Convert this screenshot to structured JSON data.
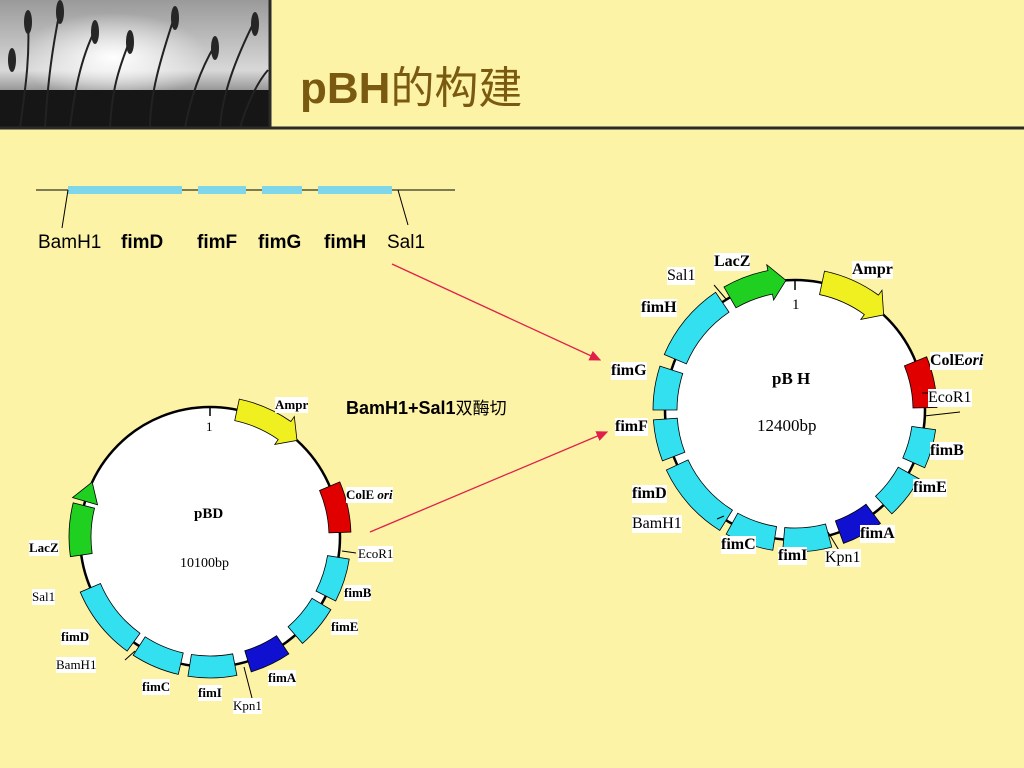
{
  "slide": {
    "title_latin": "pBH",
    "title_cjk": "的构建",
    "digest_label": "BamH1+Sal1",
    "digest_cjk": "双酶切"
  },
  "insert": {
    "left_site": "BamH1",
    "genes": [
      "fimD",
      "fimF",
      "fimG",
      "fimH"
    ],
    "right_site": "Sal1"
  },
  "pbd": {
    "name": "pBD",
    "size": "10100bp",
    "origin_mark": "1",
    "labels": {
      "ampr": "Ampr",
      "cole": "ColE",
      "ori": "ori",
      "ecor1": "EcoR1",
      "fimb": "fimB",
      "fime": "fimE",
      "fima": "fimA",
      "kpn1": "Kpn1",
      "fimi": "fimI",
      "fimc": "fimC",
      "bamh1": "BamH1",
      "fimd": "fimD",
      "sal1": "Sal1",
      "lacz": "LacZ"
    }
  },
  "pbh": {
    "name": "pB H",
    "size": "12400bp",
    "origin_mark": "1",
    "labels": {
      "lacz": "LacZ",
      "ampr": "Ampr",
      "sal1": "Sal1",
      "fimh": "fimH",
      "fimg": "fimG",
      "fimf": "fimF",
      "fimd": "fimD",
      "bamh1": "BamH1",
      "fimc": "fimC",
      "fimi": "fimI",
      "kpn1": "Kpn1",
      "fima": "fimA",
      "fime": "fimE",
      "fimb": "fimB",
      "ecor1": "EcoR1",
      "cole": "ColE",
      "ori": "ori"
    }
  },
  "colors": {
    "background": "#fdf3a6",
    "gene": "#33e0f0",
    "ampr": "#f0f020",
    "cole": "#e00000",
    "lacz": "#20d020",
    "fima": "#1010d0",
    "arrow": "#e0204a",
    "title": "#7a5a10"
  }
}
